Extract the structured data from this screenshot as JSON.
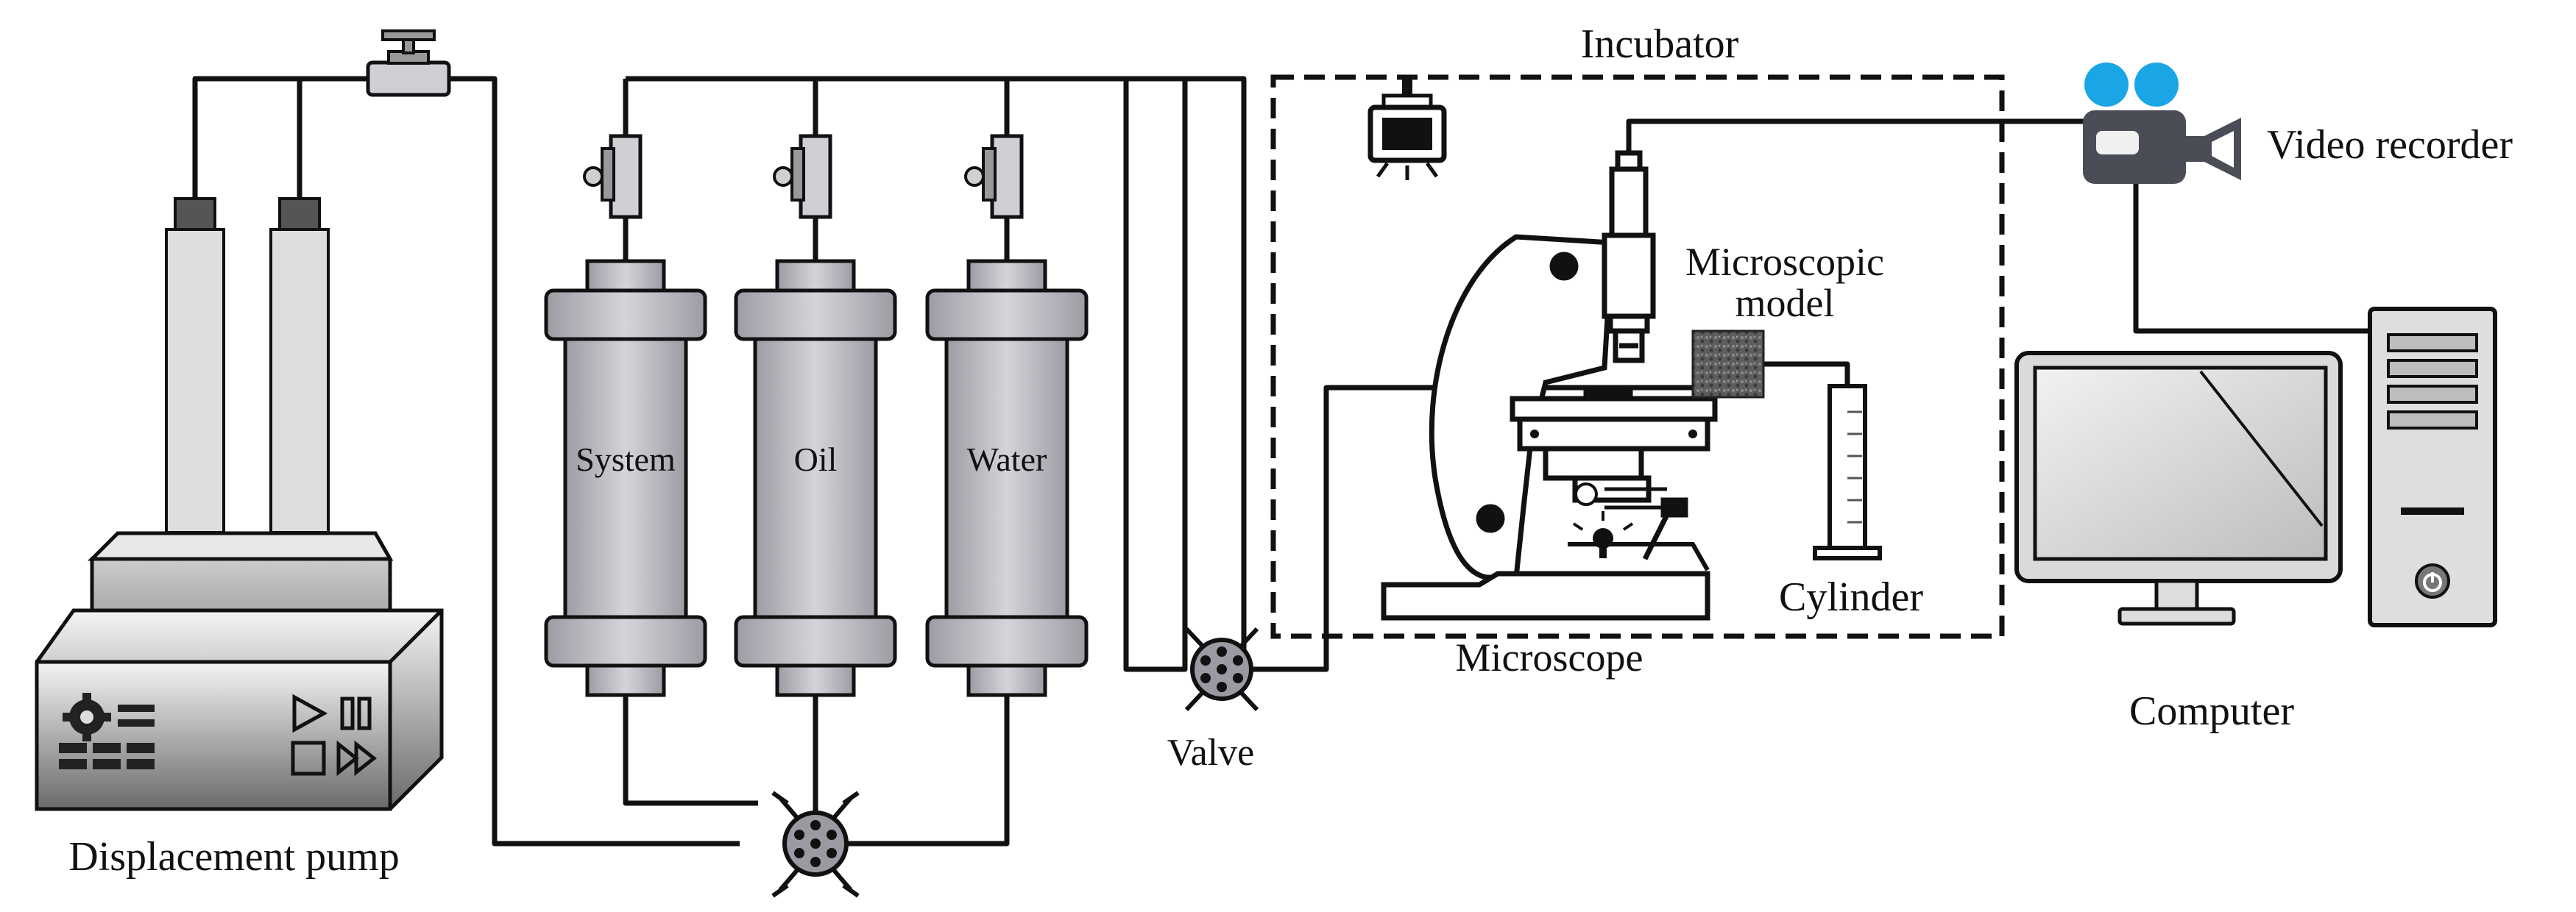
{
  "labels": {
    "incubator": "Incubator",
    "video_recorder": "Video recorder",
    "microscopic_model_line1": "Microscopic",
    "microscopic_model_line2": "model",
    "cylinder": "Cylinder",
    "microscope": "Microscope",
    "valve": "Valve",
    "computer": "Computer",
    "displacement_pump": "Displacement pump"
  },
  "containers": {
    "system": "System",
    "oil": "Oil",
    "water": "Water"
  },
  "colors": {
    "line": "#111111",
    "container_fill": "#bdbdc4",
    "recorder_lens": "#1aa6e6",
    "recorder_body": "#4a4d55"
  }
}
